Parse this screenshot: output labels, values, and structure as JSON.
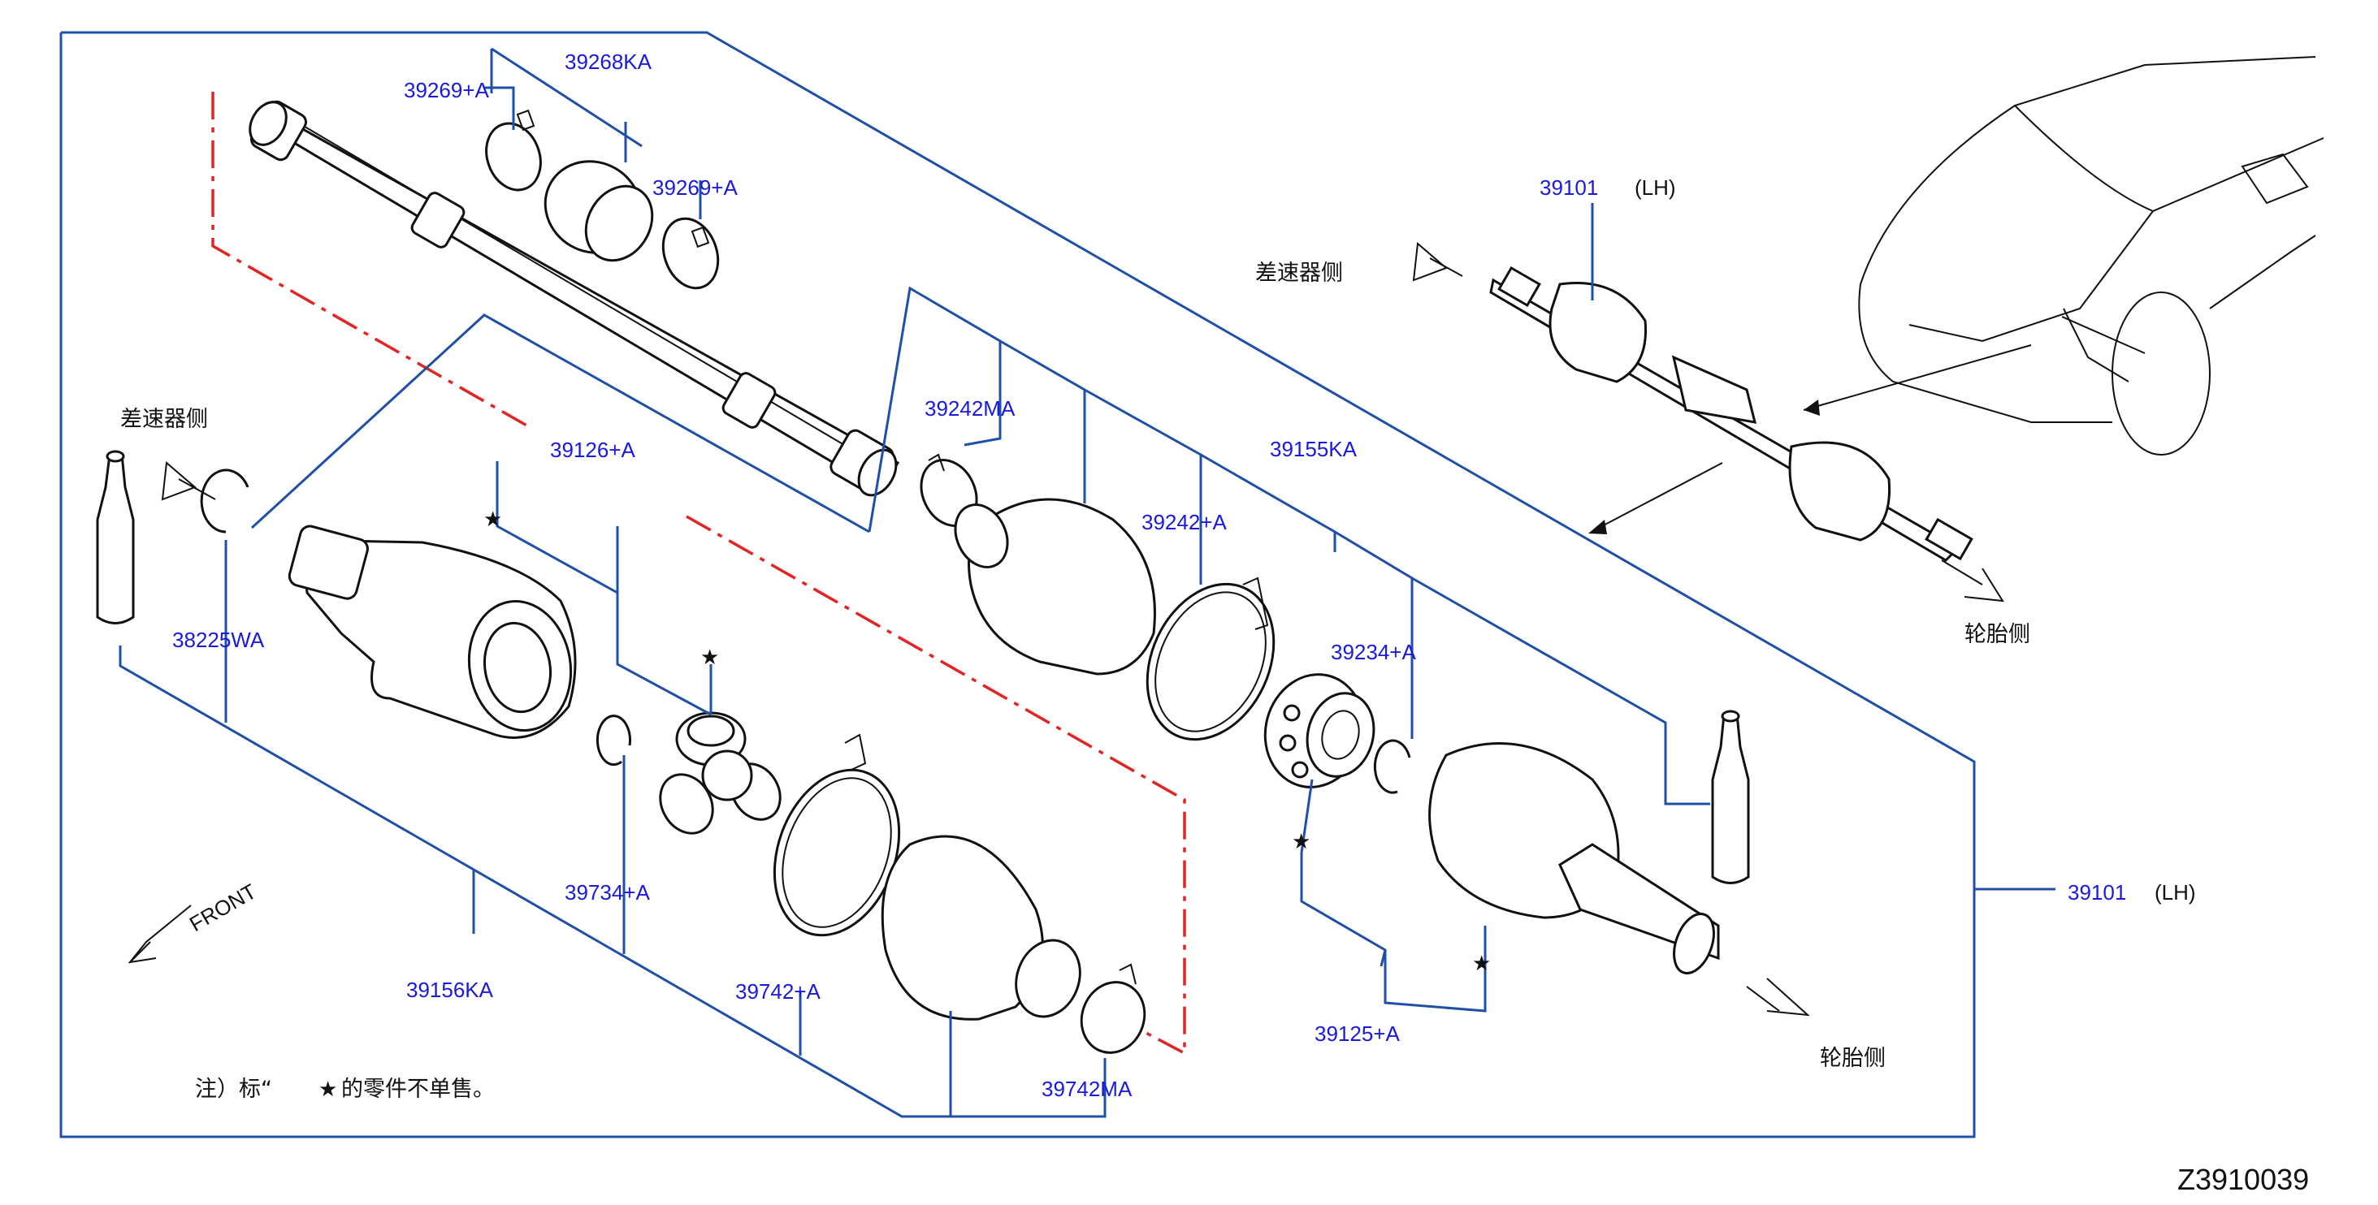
{
  "diagram_code": "Z3910039",
  "note": {
    "prefix": "注）标“",
    "suffix": "的零件不单售。"
  },
  "side_labels": {
    "differential_side": "差速器侧",
    "tire_side": "轮胎侧"
  },
  "front_label": "FRONT",
  "star_symbol": "★",
  "lh": "(LH)",
  "parts": {
    "p39268KA": "39268KA",
    "p39269A_top": "39269+A",
    "p39269A_mid": "39269+A",
    "p39101_inset": "39101",
    "p39242MA": "39242MA",
    "p39155KA": "39155KA",
    "p39242A": "39242+A",
    "p39234A": "39234+A",
    "p39126A": "39126+A",
    "p38225WA": "38225WA",
    "p39734A": "39734+A",
    "p39156KA": "39156KA",
    "p39742A": "39742+A",
    "p39742MA": "39742MA",
    "p39125A": "39125+A",
    "p39101_main": "39101"
  },
  "colors": {
    "part_number_text": "#1a1adc",
    "leader_lines": "#1f4fa8",
    "reference_dashes": "#e32424",
    "line_art": "#111111"
  }
}
